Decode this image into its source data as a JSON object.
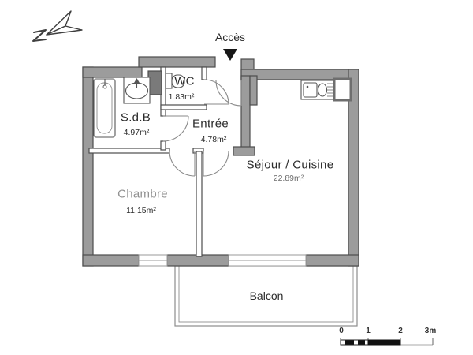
{
  "plan": {
    "access_label": "Accès",
    "balcony_label": "Balcon",
    "rooms": {
      "wc": {
        "name": "WC",
        "area": "1.83m²"
      },
      "sdb": {
        "name": "S.d.B",
        "area": "4.97m²"
      },
      "entree": {
        "name": "Entrée",
        "area": "4.78m²"
      },
      "sejour": {
        "name": "Séjour / Cuisine",
        "area": "22.89m²"
      },
      "chambre": {
        "name": "Chambre",
        "area": "11.15m²"
      }
    },
    "scale_bar": {
      "ticks": [
        "0",
        "1",
        "2",
        "3m"
      ]
    },
    "icons": {
      "north": "north-arrow-icon",
      "access": "access-triangle-icon"
    },
    "colors": {
      "wall_fill": "#9c9c9c",
      "wall_outline": "#4d4d4d",
      "text": "#2b2b2b",
      "faded_text": "#919191"
    }
  }
}
